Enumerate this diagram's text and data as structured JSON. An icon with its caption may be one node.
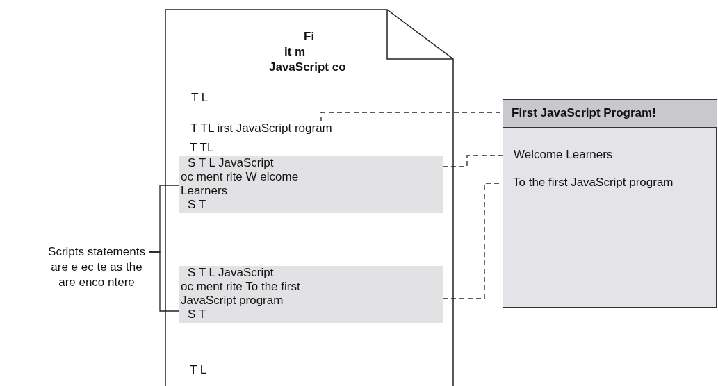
{
  "diagram": {
    "nodes": [
      {
        "text": [
          "Fi",
          "it m",
          "JavaScript co",
          "T L",
          "T TL",
          "T L"
        ]
      },
      {
        "text": [
          "T TL irst JavaScript rogram"
        ],
        "in": 0
      },
      {
        "text": [
          "S T L JavaScript",
          "oc ment rite W elcome",
          "Learners",
          "S T"
        ],
        "in": 0
      },
      {
        "text": [
          "S T L JavaScript",
          "oc ment rite To the first",
          "JavaScript program",
          "S T"
        ],
        "in": 0
      },
      {
        "text": [
          "Scripts statements are e ec te as the are enco ntere"
        ]
      },
      {
        "text": [],
        "shape": "box"
      },
      {
        "text": [
          "First JavaScript Program!"
        ],
        "in": 5
      },
      {
        "text": [
          "Welcome Learners"
        ],
        "in": 5
      },
      {
        "text": [
          "To the first JavaScript program"
        ],
        "in": 5
      }
    ],
    "edges": [
      {
        "from": 1,
        "to": 6,
        "arrow": "none",
        "style": "dashed"
      },
      {
        "from": 2,
        "to": 7,
        "arrow": "none",
        "style": "dashed"
      },
      {
        "from": 3,
        "to": 8,
        "arrow": "none",
        "style": "dashed"
      },
      {
        "from": 4,
        "to": 2,
        "arrow": "none"
      },
      {
        "from": 4,
        "to": 3,
        "arrow": "none"
      }
    ]
  }
}
